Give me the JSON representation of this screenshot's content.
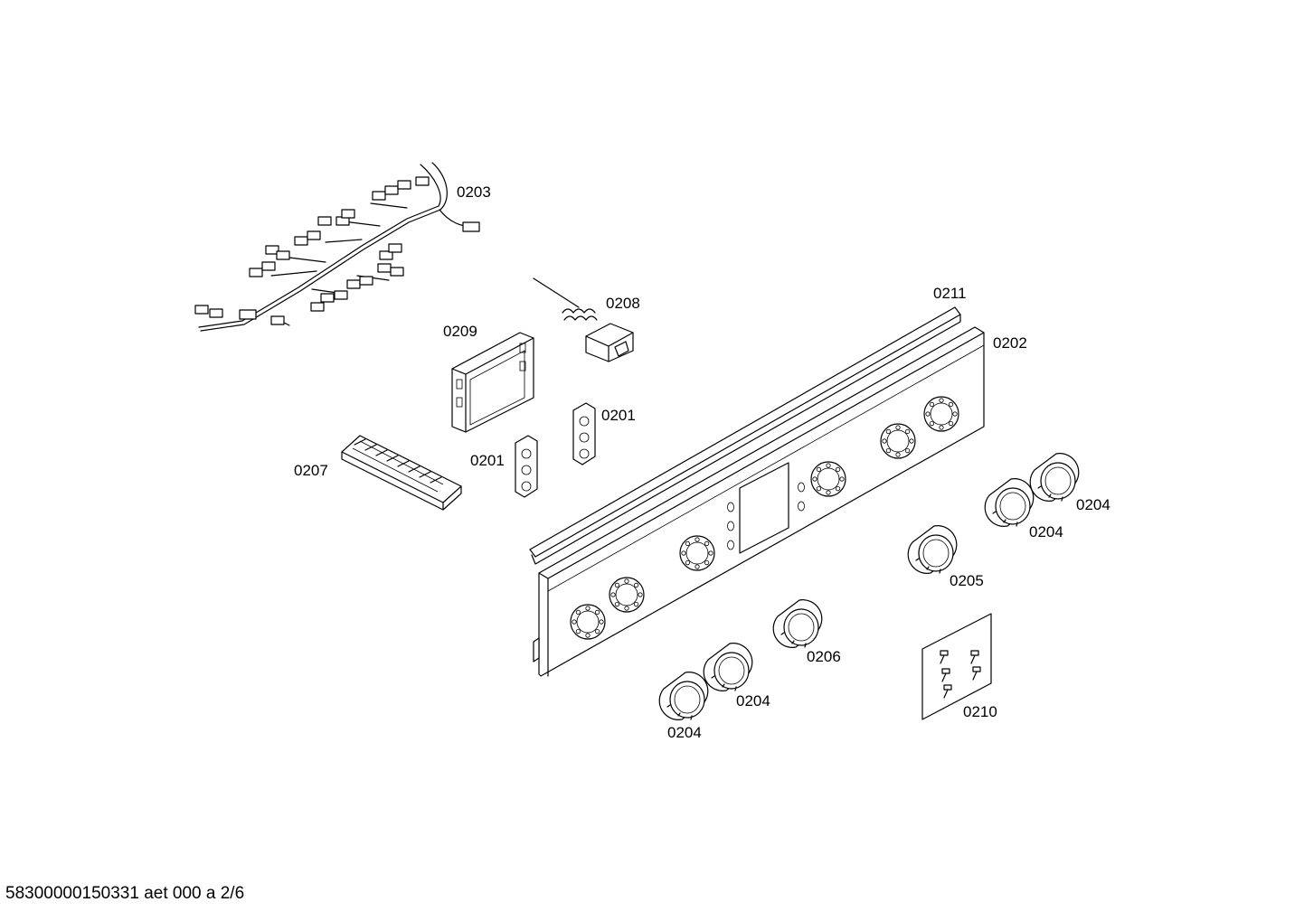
{
  "labels": {
    "p0203": "0203",
    "p0208": "0208",
    "p0209": "0209",
    "p0211": "0211",
    "p0202": "0202",
    "p0201_a": "0201",
    "p0201_b": "0201",
    "p0207": "0207",
    "p0204_a": "0204",
    "p0204_b": "0204",
    "p0205": "0205",
    "p0206": "0206",
    "p0204_c": "0204",
    "p0204_d": "0204",
    "p0210": "0210"
  },
  "footer": {
    "text": "58300000150331 aet 000 a 2/6"
  }
}
